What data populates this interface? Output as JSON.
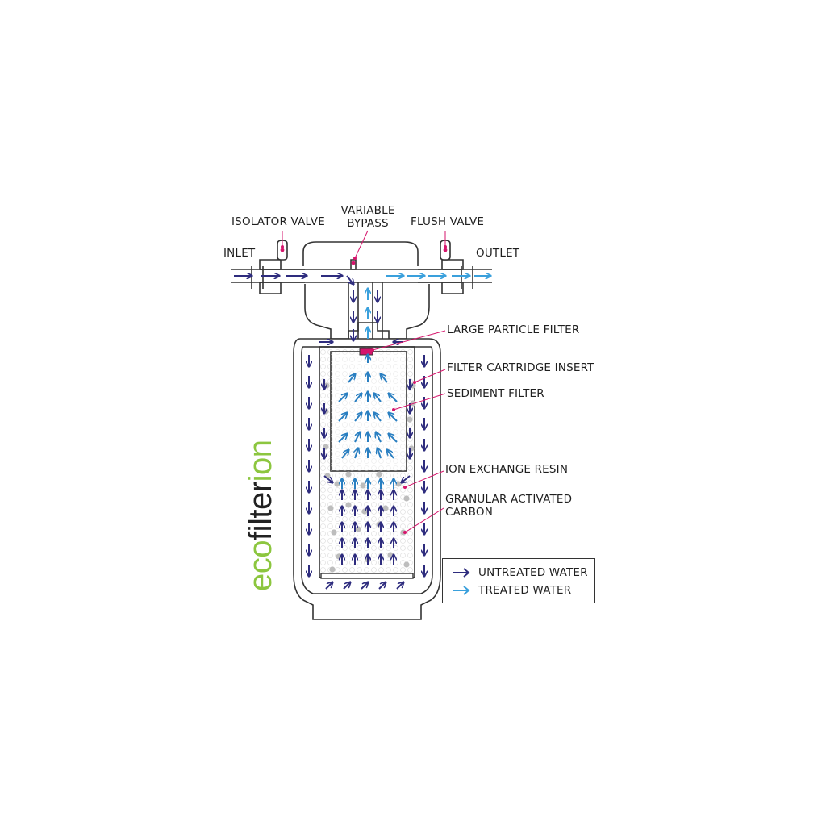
{
  "labels": {
    "isolator_valve": "ISOLATOR VALVE",
    "variable_bypass_1": "VARIABLE",
    "variable_bypass_2": "BYPASS",
    "flush_valve": "FLUSH VALVE",
    "inlet": "INLET",
    "outlet": "OUTLET",
    "large_particle_filter": "LARGE PARTICLE FILTER",
    "filter_cartridge_insert": "FILTER CARTRIDGE INSERT",
    "sediment_filter": "SEDIMENT FILTER",
    "ion_exchange_resin": "ION EXCHANGE RESIN",
    "granular_activated_carbon_1": "GRANULAR ACTIVATED",
    "granular_activated_carbon_2": "CARBON"
  },
  "legend": {
    "untreated": "UNTREATED WATER",
    "treated": "TREATED WATER"
  },
  "brand": {
    "part1": "eco",
    "part2": "filter",
    "part3": "ion"
  },
  "colors": {
    "untreated": "#2e2c7e",
    "treated": "#3aa0dc",
    "sediment_arrow": "#2a7fc1",
    "leader": "#d6156c",
    "outline": "#333333",
    "brand_green": "#8cc63f",
    "media_dot": "#bdbdbd"
  }
}
